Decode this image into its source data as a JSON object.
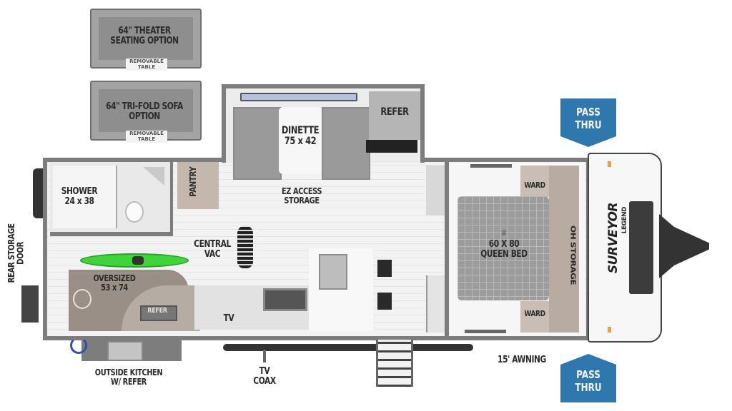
{
  "floorplan": {
    "brand": "SURVEYOR",
    "sub_brand": "LEGEND",
    "colors": {
      "pass_thru_badge": "#2f78ad",
      "walls": "#7d7d7d",
      "floor": "#f2f2f2",
      "kayak": "#3fd43a",
      "rear_bed": "#9a8f87",
      "queen_bed": "#9c9c9c",
      "cabinet": "#b8aca2"
    },
    "options": [
      {
        "label_line1": "64\" THEATER",
        "label_line2": "SEATING OPTION",
        "table_line1": "REMOVABLE",
        "table_line2": "TABLE"
      },
      {
        "label_line1": "64\" TRI-FOLD SOFA",
        "label_line2": "OPTION",
        "table_line1": "REMOVABLE",
        "table_line2": "TABLE"
      }
    ],
    "rooms": {
      "dinette": {
        "line1": "DINETTE",
        "line2": "75 x 42"
      },
      "refer_main": "REFER",
      "ez_access": {
        "line1": "EZ ACCESS",
        "line2": "STORAGE"
      },
      "pantry": "PANTRY",
      "shower": {
        "line1": "SHOWER",
        "line2": "24 x 38"
      },
      "central_vac": {
        "line1": "CENTRAL",
        "line2": "VAC"
      },
      "oversized_bed": {
        "line1": "OVERSIZED",
        "line2": "53 x 74"
      },
      "refer_rear": "REFER",
      "tv": "TV",
      "queen_bed": {
        "line1": "60 X 80",
        "line2": "QUEEN BED"
      },
      "ward_top": "WARD",
      "ward_bottom": "WARD",
      "oh_storage": "OH STORAGE"
    },
    "exterior": {
      "rear_storage_door": {
        "line1": "REAR STORAGE",
        "line2": "DOOR"
      },
      "outside_kitchen": {
        "line1": "OUTSIDE KITCHEN",
        "line2": "W/ REFER"
      },
      "tv_coax": {
        "line1": "TV",
        "line2": "COAX"
      },
      "awning": "15' AWNING",
      "pass_thru_top": {
        "line1": "PASS",
        "line2": "THRU"
      },
      "pass_thru_bottom": {
        "line1": "PASS",
        "line2": "THRU"
      }
    }
  }
}
